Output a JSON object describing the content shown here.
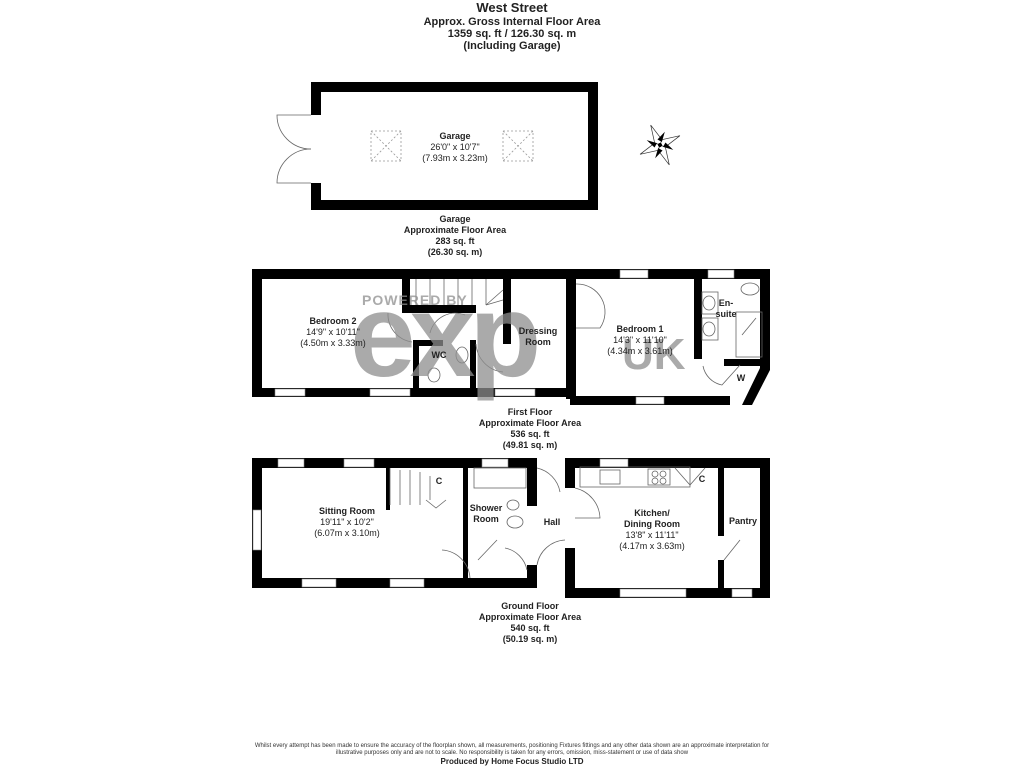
{
  "header": {
    "title": "West Street",
    "subtitle": "Approx. Gross Internal Floor Area",
    "total_area": "1359 sq. ft / 126.30 sq. m",
    "note": "(Including Garage)"
  },
  "watermark": {
    "powered_by": "POWERED BY",
    "brand": "exp",
    "region": "UK"
  },
  "compass": {
    "icon": "compass-rose-icon"
  },
  "garage": {
    "room": {
      "name": "Garage",
      "imperial": "26'0\" x 10'7\"",
      "metric": "(7.93m x 3.23m)"
    },
    "floor_name": "Garage",
    "area_label": "Approximate Floor Area",
    "area_sqft": "283 sq. ft",
    "area_sqm": "(26.30 sq. m)"
  },
  "first_floor": {
    "rooms": [
      {
        "name": "Bedroom 2",
        "imperial": "14'9\" x 10'11\"",
        "metric": "(4.50m x 3.33m)"
      },
      {
        "name": "WC"
      },
      {
        "name_line1": "Dressing",
        "name_line2": "Room"
      },
      {
        "name": "Bedroom 1",
        "imperial": "14'3\" x 11'10\"",
        "metric": "(4.34m x 3.61m)"
      },
      {
        "name_line1": "En-",
        "name_line2": "suite"
      },
      {
        "name": "W"
      }
    ],
    "floor_name": "First Floor",
    "area_label": "Approximate Floor Area",
    "area_sqft": "536 sq. ft",
    "area_sqm": "(49.81 sq. m)"
  },
  "ground_floor": {
    "rooms": [
      {
        "name": "Sitting Room",
        "imperial": "19'11\" x 10'2\"",
        "metric": "(6.07m x 3.10m)"
      },
      {
        "name": "C"
      },
      {
        "name_line1": "Shower",
        "name_line2": "Room"
      },
      {
        "name": "Hall"
      },
      {
        "name_line1": "Kitchen/",
        "name_line2": "Dining Room",
        "imperial": "13'8\" x 11'11\"",
        "metric": "(4.17m x 3.63m)"
      },
      {
        "name": "C"
      },
      {
        "name": "Pantry"
      }
    ],
    "floor_name": "Ground Floor",
    "area_label": "Approximate Floor Area",
    "area_sqft": "540 sq. ft",
    "area_sqm": "(50.19 sq. m)"
  },
  "footer": {
    "disclaimer_line1": "Whilst every attempt has been made to ensure the accuracy of the floorplan shown, all measurements, positioning Fixtures fittings and any other data shown are an approximate interpretation for",
    "disclaimer_line2": "illustrative purposes only  and are not to scale. No responsibility is taken for any errors, omission, miss-statement or use of data show",
    "producer": "Produced by Home Focus Studio LTD"
  }
}
